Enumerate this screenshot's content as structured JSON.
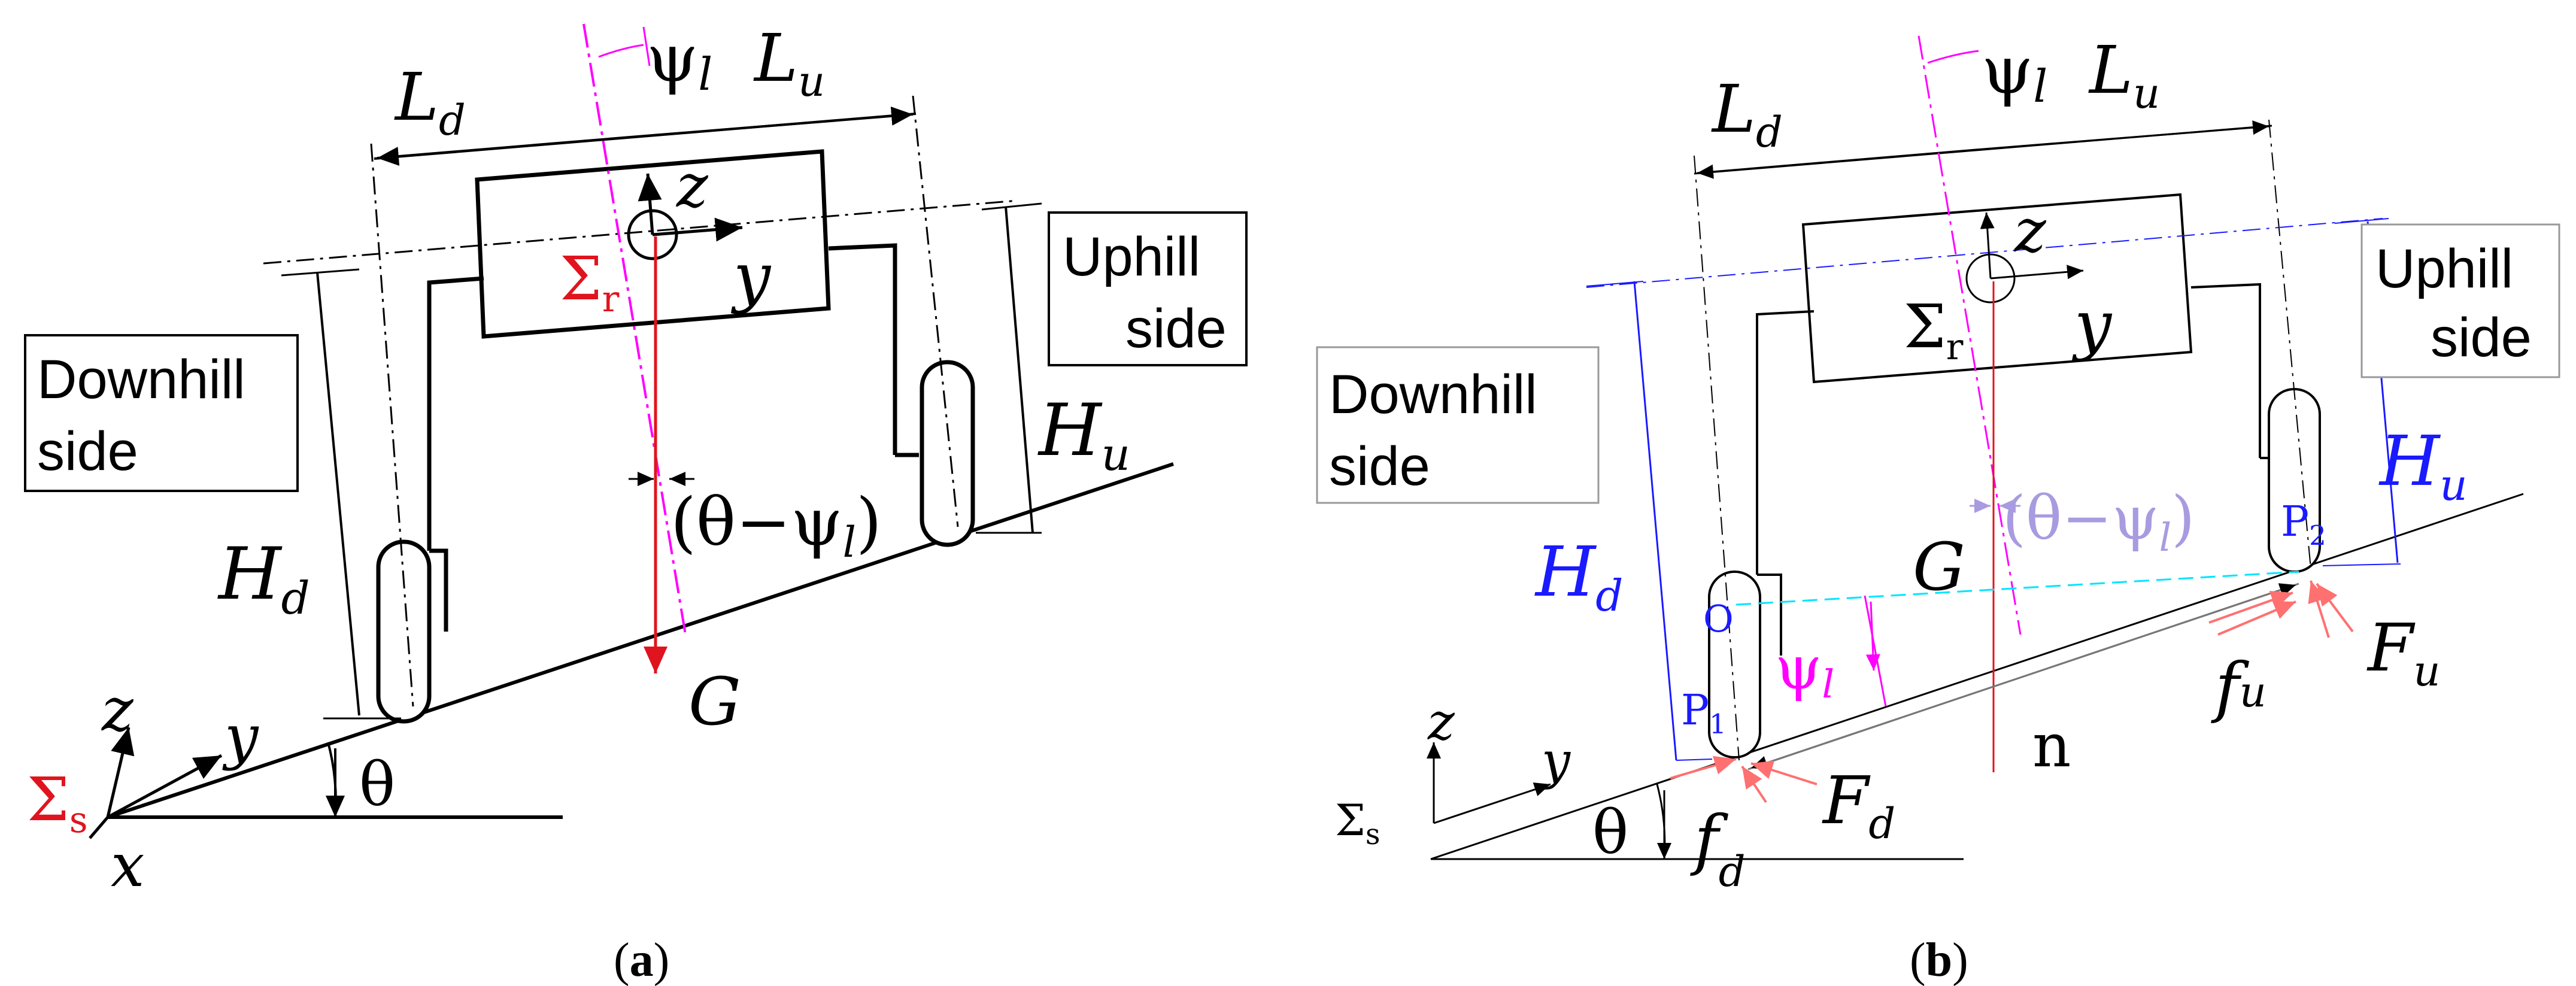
{
  "colors": {
    "black": "#000000",
    "red": "#e0141e",
    "magenta": "#ff00ff",
    "blue": "#1a1aff",
    "cyan": "#00e5ff",
    "lavender": "#a89be0",
    "salmon": "#ff7070",
    "grey": "#777777"
  },
  "panel_a": {
    "L_d": "L",
    "L_d_sub": "d",
    "psi_l": "ψ",
    "psi_l_sub": "l",
    "L_u": "L",
    "L_u_sub": "u",
    "z": "z",
    "y": "y",
    "sigma_r": "Σ",
    "sigma_r_sub": "r",
    "uphill_line1": "Uphill",
    "uphill_line2": "side",
    "downhill_line1": "Downhill",
    "downhill_line2": "side",
    "H_u": "H",
    "H_u_sub": "u",
    "H_d": "H",
    "H_d_sub": "d",
    "theta_psi_open": "(θ−ψ",
    "theta_psi_sub": "l",
    "theta_psi_close": ")",
    "G": "G",
    "axis_z": "z",
    "axis_y": "y",
    "axis_x": "x",
    "sigma_s": "Σ",
    "sigma_s_sub": "s",
    "theta": "θ",
    "caption_open": "(",
    "caption_letter": "a",
    "caption_close": ")"
  },
  "panel_b": {
    "L_d": "L",
    "L_d_sub": "d",
    "psi_l": "ψ",
    "psi_l_sub": "l",
    "L_u": "L",
    "L_u_sub": "u",
    "z": "z",
    "y": "y",
    "sigma_r": "Σ",
    "sigma_r_sub": "r",
    "uphill_line1": "Uphill",
    "uphill_line2": "side",
    "downhill_line1": "Downhill",
    "downhill_line2": "side",
    "H_u": "H",
    "H_u_sub": "u",
    "H_d": "H",
    "H_d_sub": "d",
    "theta_psi_open": "(θ−ψ",
    "theta_psi_sub": "l",
    "theta_psi_close": ")",
    "G": "G",
    "O": "O",
    "P1": "P",
    "P1_sub": "1",
    "P2": "P",
    "P2_sub": "2",
    "psi_l2": "ψ",
    "psi_l2_sub": "l",
    "n": "n",
    "f_u": "f",
    "f_u_sub": "u",
    "F_u": "F",
    "F_u_sub": "u",
    "f_d": "f",
    "f_d_sub": "d",
    "F_d": "F",
    "F_d_sub": "d",
    "axis_z": "z",
    "axis_y": "y",
    "sigma_s": "Σ",
    "sigma_s_sub": "s",
    "theta": "θ",
    "caption_open": "(",
    "caption_letter": "b",
    "caption_close": ")"
  }
}
